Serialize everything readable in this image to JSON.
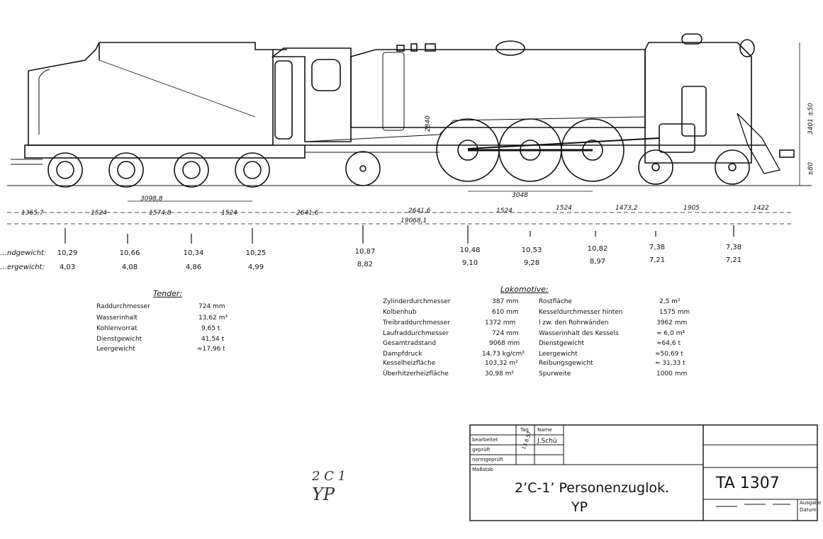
{
  "dimensions": {
    "bottom_row": [
      "1365,7",
      "1524",
      "1574,8",
      "1524",
      "2641,6",
      "2641,6",
      "1524",
      "1524",
      "1473,2",
      "1905",
      "1422"
    ],
    "tender_bogie": "3098,8",
    "coupled_base": "3048",
    "total": "19068,1",
    "wheel_size_label": "2840",
    "boiler_height": "3401 ±50",
    "side_small": "±80"
  },
  "axle_loads": {
    "row1_label": "…ndgewicht:",
    "row2_label": "…ergewicht:",
    "row1": [
      "10,29",
      "10,66",
      "10,34",
      "10,25",
      "10,87",
      "10,48",
      "10,53",
      "10,82",
      "7,38",
      "7,38"
    ],
    "row2": [
      "4,03",
      "4,08",
      "4,86",
      "4,99",
      "8,82",
      "9,10",
      "9,28",
      "8,97",
      "7,21",
      "7,21"
    ]
  },
  "tender": {
    "heading": "Tender:",
    "rows": [
      {
        "label": "Raddurchmesser",
        "value": "724 mm"
      },
      {
        "label": "Wasserinhalt",
        "value": "13,62 m³"
      },
      {
        "label": "Kohlenvorrat",
        "value": "9,65 t"
      },
      {
        "label": "Dienstgewicht",
        "value": "41,54 t"
      },
      {
        "label": "Leergewicht",
        "value": "≈17,96 t"
      }
    ]
  },
  "lokomotive": {
    "heading": "Lokomotive:",
    "left": [
      {
        "label": "Zylinderdurchmesser",
        "value": "387 mm"
      },
      {
        "label": "Kolbenhub",
        "value": "610 mm"
      },
      {
        "label": "Treibraddurchmesser",
        "value": "1372 mm"
      },
      {
        "label": "Laufraddurchmesser",
        "value": "724 mm"
      },
      {
        "label": "Gesamtradstand",
        "value": "9068 mm"
      },
      {
        "label": "Dampfdruck",
        "value": "14,73 kg/cm²"
      },
      {
        "label": "Kesselheizfläche",
        "value": "103,32 m²"
      },
      {
        "label": "Überhitzerheizfläche",
        "value": "30,98 m²"
      }
    ],
    "right": [
      {
        "label": "Rostfläche",
        "value": "2,5 m²"
      },
      {
        "label": "Kesseldurchmesser hinten",
        "value": "1575 mm"
      },
      {
        "label": "l zw. den Rohrwänden",
        "value": "3962 mm"
      },
      {
        "label": "Wasserinhalt des Kessels",
        "value": "≈ 6,0 m³"
      },
      {
        "label": "Dienstgewicht",
        "value": "≈64,6 t"
      },
      {
        "label": "Leergewicht",
        "value": "≈50,69 t"
      },
      {
        "label": "Reibungsgewicht",
        "value": "≈ 31,33 t"
      },
      {
        "label": "Spurweite",
        "value": "1000 mm"
      }
    ]
  },
  "title_block": {
    "col_tag": "Tag",
    "col_name": "Name",
    "row_bearbeitet": "bearbeitet",
    "row_geprueft": "geprüft",
    "row_normgeprueft": "normgeprüft",
    "row_massstab": "Maßstab",
    "date": "13.8.57",
    "signature": "J.Schü",
    "title": "2’C-1’ Personenzuglok.",
    "subtitle": "YP",
    "drawing_no": "TA 1307",
    "ausgabe": "Ausgabe",
    "datum": "Datum"
  },
  "handwriting": {
    "line1": "2 C 1",
    "line2": "YP"
  }
}
